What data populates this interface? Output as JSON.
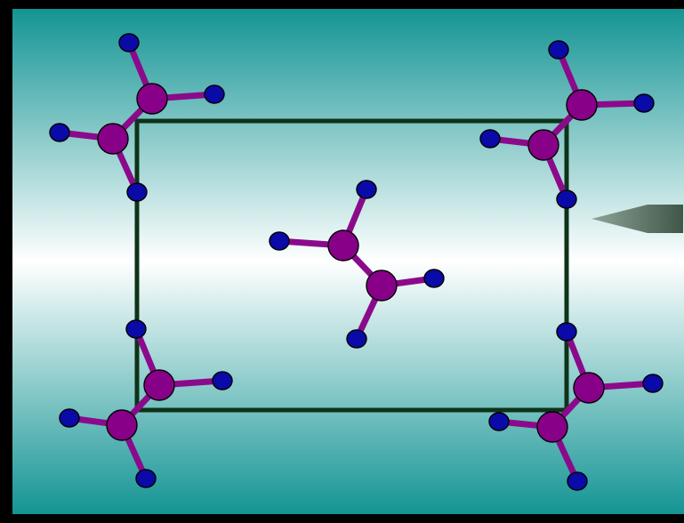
{
  "colors": {
    "frame": "#000000",
    "background_edge": "#149494",
    "background_center": "#ffffff",
    "unit_cell": "#0d3318",
    "bond": "#8b0a8b",
    "big_atom": "#880088",
    "small_atom": "#0a0aa8",
    "arrow": "#5a7060"
  },
  "diagram": {
    "kind": "crystal unit cell with molecules at corners and center",
    "molecule_count": 5,
    "atoms_per_molecule": {
      "large": 2,
      "small": 4
    },
    "arrow": {
      "direction": "left",
      "icon": "arrow-left-icon"
    }
  }
}
